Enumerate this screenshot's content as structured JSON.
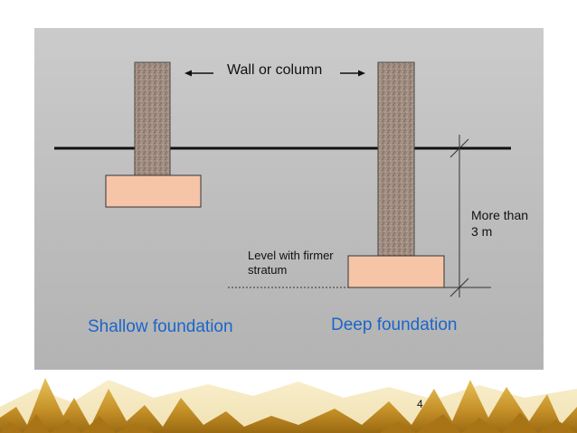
{
  "diagram": {
    "wall_label": "Wall or column",
    "level_label": "Level with firmer stratum",
    "depth_label": "More than 3 m",
    "shallow_caption": "Shallow foundation",
    "deep_caption": "Deep foundation"
  },
  "colors": {
    "footing": "#f6c5a8",
    "column": "#a08c80",
    "caption_blue": "#1a66c8",
    "decor_gold": "#d4a53a"
  },
  "footer": {
    "page_number": "4"
  }
}
